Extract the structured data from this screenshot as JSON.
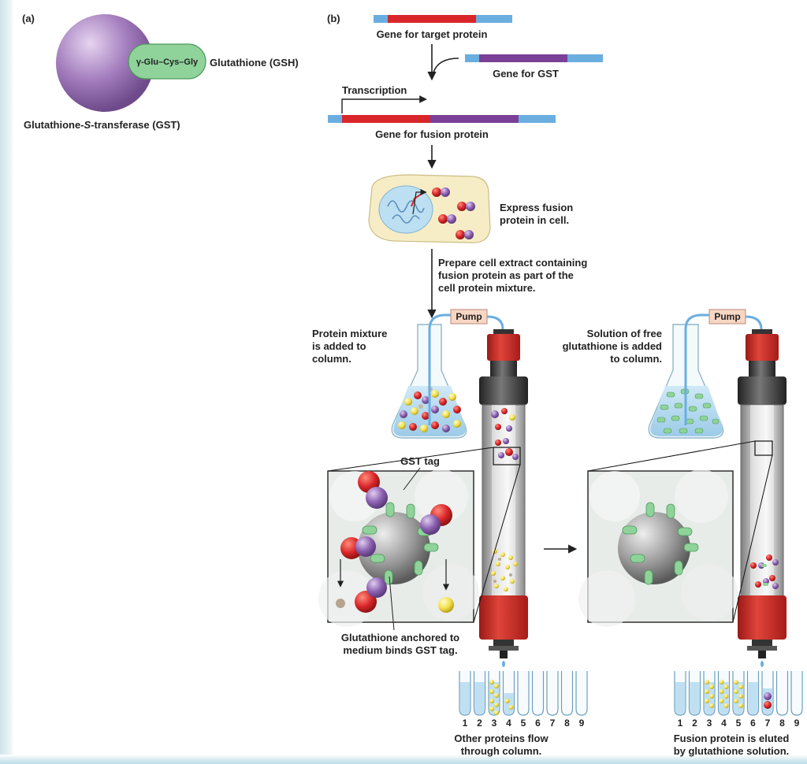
{
  "panel_a": {
    "letter": "(a)",
    "tripeptide": "γ-Glu–Cys–Gly",
    "gsh_label": "Glutathione (GSH)",
    "gst_label_pre": "Glutathione-",
    "gst_label_s": "S",
    "gst_label_post": "-transferase (GST)"
  },
  "panel_b": {
    "letter": "(b)",
    "gene_target": "Gene for target protein",
    "gene_gst": "Gene for GST",
    "transcription": "Transcription",
    "gene_fusion": "Gene for fusion protein",
    "express_1": "Express fusion",
    "express_2": "protein in cell.",
    "prepare_1": "Prepare cell extract containing",
    "prepare_2": "fusion protein as part of the",
    "prepare_3": "cell protein mixture.",
    "pump_left": "Pump",
    "pump_right": "Pump",
    "mixture_1": "Protein mixture",
    "mixture_2": "is added to",
    "mixture_3": "column.",
    "solution_1": "Solution of free",
    "solution_2": "glutathione is added",
    "solution_3": "to column.",
    "gst_tag": "GST tag",
    "anchored_1": "Glutathione anchored to",
    "anchored_2": "medium binds GST tag.",
    "tubes_left": [
      "1",
      "2",
      "3",
      "4",
      "5",
      "6",
      "7",
      "8",
      "9"
    ],
    "tubes_right": [
      "1",
      "2",
      "3",
      "4",
      "5",
      "6",
      "7",
      "8",
      "9"
    ],
    "caption_left_1": "Other proteins flow",
    "caption_left_2": "through column.",
    "caption_right_1": "Fusion protein is eluted",
    "caption_right_2": "by glutathione solution."
  },
  "colors": {
    "gene_red": "#d9262a",
    "gene_purple": "#7a3f97",
    "gene_blue": "#6aaee0",
    "gst_sphere": "#9a6ab5",
    "gsh_green": "#7fc98a",
    "column_red": "#cf2a26",
    "pump_fill": "#f7d7c4"
  }
}
